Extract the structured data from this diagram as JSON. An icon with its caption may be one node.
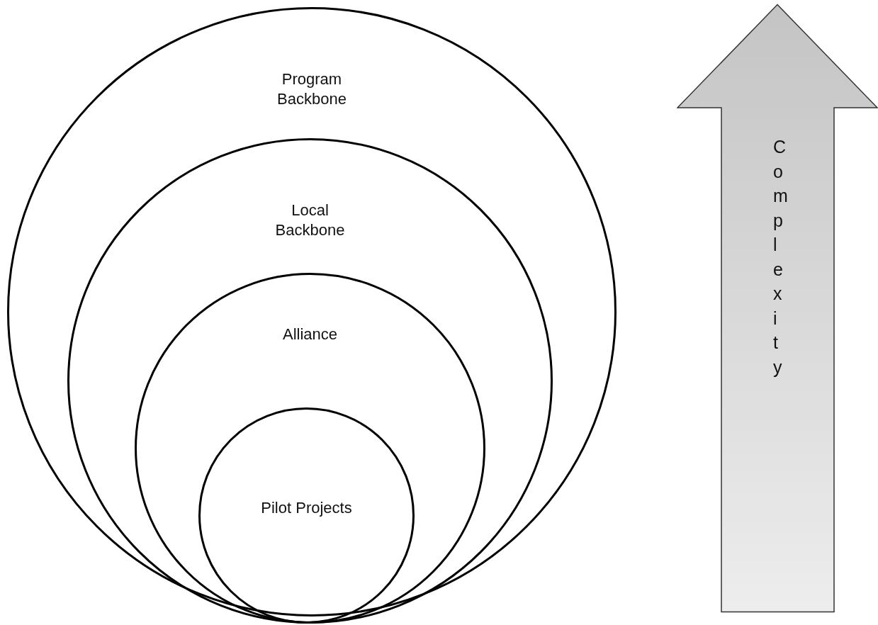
{
  "diagram": {
    "nodes": [
      {
        "text": [
          "Program Backbone"
        ]
      },
      {
        "text": [
          "Local Backbone"
        ],
        "in": 0
      },
      {
        "text": [
          "Alliance"
        ],
        "in": 1
      },
      {
        "text": [
          "Pilot Projects"
        ],
        "in": 2
      },
      {
        "text": [
          "Complexity"
        ]
      }
    ]
  }
}
